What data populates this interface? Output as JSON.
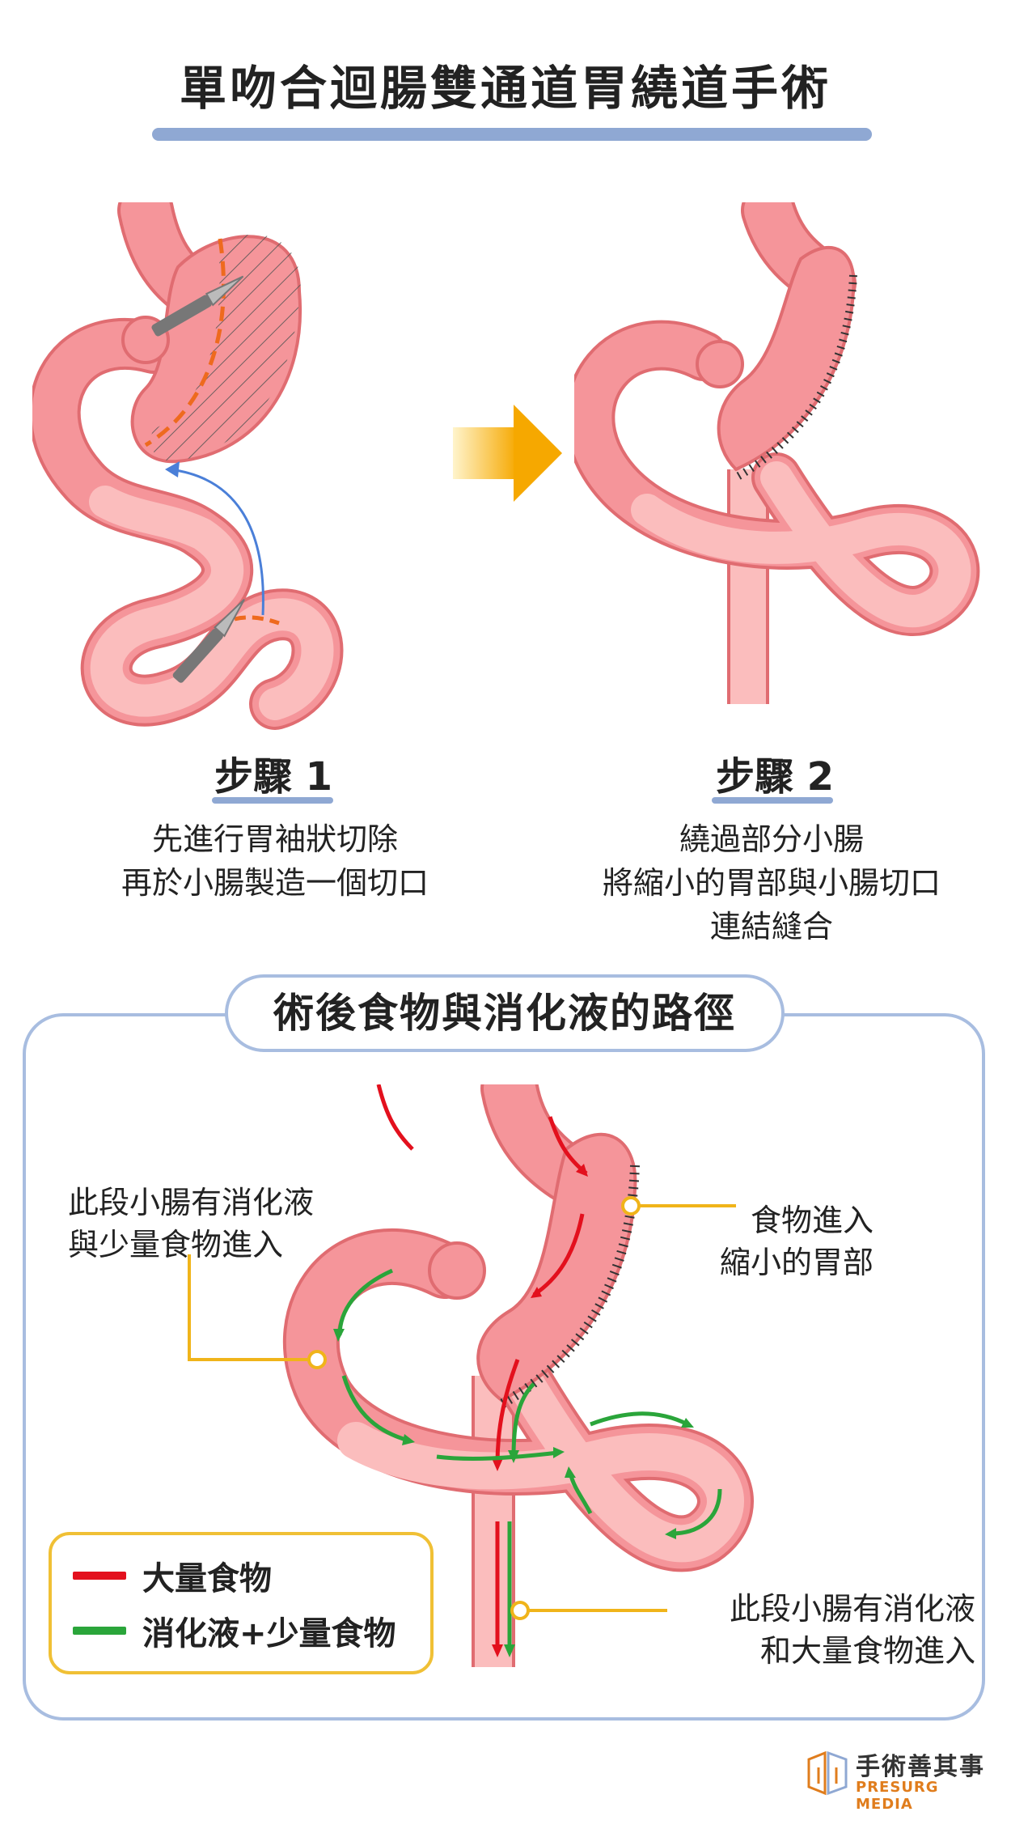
{
  "title": "單吻合迴腸雙通道胃繞道手術",
  "step1": {
    "label": "步驟 1",
    "lines": [
      "先進行胃袖狀切除",
      "再於小腸製造一個切口"
    ]
  },
  "step2": {
    "label": "步驟 2",
    "lines": [
      "繞過部分小腸",
      "將縮小的胃部與小腸切口",
      "連結縫合"
    ]
  },
  "section": {
    "title": "術後食物與消化液的路徑",
    "annotations": {
      "left": [
        "此段小腸有消化液",
        "與少量食物進入"
      ],
      "right_top": [
        "食物進入",
        "縮小的胃部"
      ],
      "right_bottom": [
        "此段小腸有消化液",
        "和大量食物進入"
      ]
    },
    "legend": [
      {
        "label": "大量食物",
        "color": "#e3101d"
      },
      {
        "label": "消化液+少量食物",
        "color": "#2aa53a"
      }
    ]
  },
  "logo": {
    "name": "手術善其事",
    "subtitle": "PRESURG MEDIA"
  },
  "colors": {
    "stomach": "#f5959a",
    "intestine": "#fbbdbd",
    "outline": "#e06c71",
    "accent_blue": "#8fa8d3",
    "arrow_orange": "#f6a800",
    "cut_line": "#ee6a1e"
  }
}
